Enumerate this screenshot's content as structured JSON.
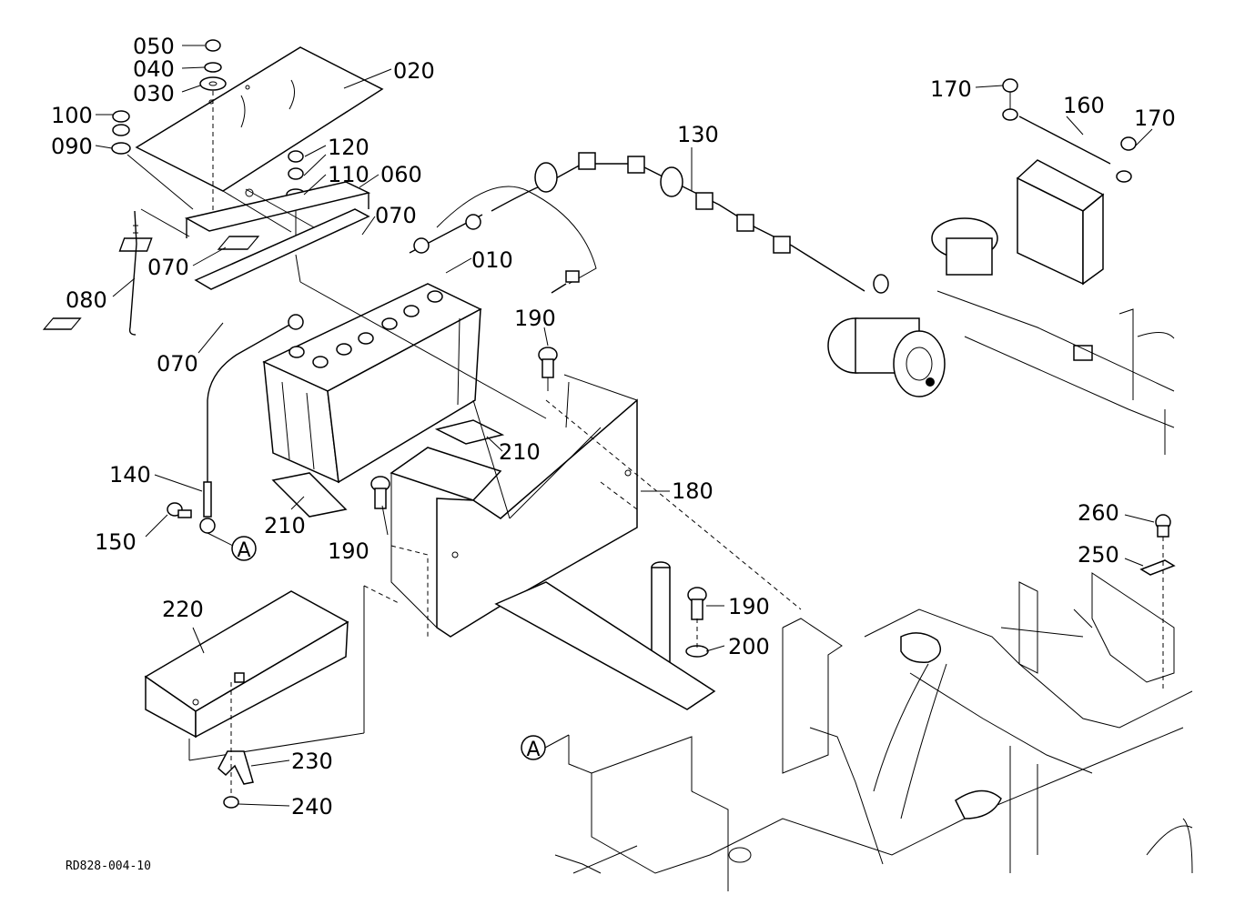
{
  "diagram": {
    "drawing_number": "RD828-004-10",
    "view_marker": "A",
    "callouts": [
      {
        "id": "c050",
        "label": "050"
      },
      {
        "id": "c040",
        "label": "040"
      },
      {
        "id": "c030",
        "label": "030"
      },
      {
        "id": "c020",
        "label": "020"
      },
      {
        "id": "c100",
        "label": "100"
      },
      {
        "id": "c090",
        "label": "090"
      },
      {
        "id": "c120",
        "label": "120"
      },
      {
        "id": "c110",
        "label": "110"
      },
      {
        "id": "c060",
        "label": "060"
      },
      {
        "id": "c070a",
        "label": "070"
      },
      {
        "id": "c070b",
        "label": "070"
      },
      {
        "id": "c070c",
        "label": "070"
      },
      {
        "id": "c080",
        "label": "080"
      },
      {
        "id": "c010",
        "label": "010"
      },
      {
        "id": "c130",
        "label": "130"
      },
      {
        "id": "c160",
        "label": "160"
      },
      {
        "id": "c170a",
        "label": "170"
      },
      {
        "id": "c170b",
        "label": "170"
      },
      {
        "id": "c190a",
        "label": "190"
      },
      {
        "id": "c190b",
        "label": "190"
      },
      {
        "id": "c190c",
        "label": "190"
      },
      {
        "id": "c180",
        "label": "180"
      },
      {
        "id": "c210a",
        "label": "210"
      },
      {
        "id": "c210b",
        "label": "210"
      },
      {
        "id": "c140",
        "label": "140"
      },
      {
        "id": "c150",
        "label": "150"
      },
      {
        "id": "c200",
        "label": "200"
      },
      {
        "id": "c220",
        "label": "220"
      },
      {
        "id": "c230",
        "label": "230"
      },
      {
        "id": "c240",
        "label": "240"
      },
      {
        "id": "c250",
        "label": "250"
      },
      {
        "id": "c260",
        "label": "260"
      }
    ]
  }
}
